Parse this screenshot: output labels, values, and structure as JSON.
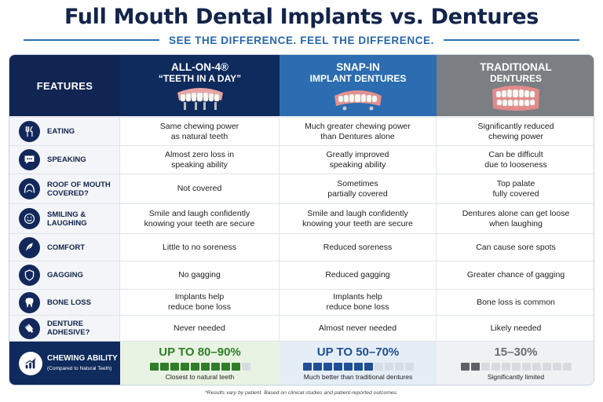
{
  "title": "Full Mouth Dental Implants vs. Dentures",
  "subtitle": "SEE THE DIFFERENCE. FEEL THE DIFFERENCE.",
  "columns": {
    "features": "FEATURES",
    "c1": {
      "line1": "ALL-ON-4®",
      "line2": "“TEETH IN A DAY”"
    },
    "c2": {
      "line1": "SNAP-IN",
      "line2": "IMPLANT DENTURES"
    },
    "c3": {
      "line1": "TRADITIONAL",
      "line2": "DENTURES"
    }
  },
  "rows": [
    {
      "icon": "utensils-icon",
      "feature": "EATING",
      "c1": "Same chewing power\nas natural teeth",
      "c2": "Much greater chewing power\nthan Dentures alone",
      "c3": "Significantly reduced\nchewing power"
    },
    {
      "icon": "speech-bubble-icon",
      "feature": "SPEAKING",
      "c1": "Almost zero loss in\nspeaking ability",
      "c2": "Greatly improved\nspeaking ability",
      "c3": "Can be difficult\ndue to looseness"
    },
    {
      "icon": "palate-icon",
      "feature": "ROOF OF MOUTH\nCOVERED?",
      "c1": "Not covered",
      "c2": "Sometimes\npartially covered",
      "c3": "Top palate\nfully covered"
    },
    {
      "icon": "smile-icon",
      "feature": "SMILING & LAUGHING",
      "c1": "Smile and laugh confidently\nknowing your teeth are secure",
      "c2": "Smile and laugh confidently\nknowing your teeth are secure",
      "c3": "Dentures alone can get loose\nwhen laughing"
    },
    {
      "icon": "feather-icon",
      "feature": "COMFORT",
      "c1": "Little to no soreness",
      "c2": "Reduced soreness",
      "c3": "Can cause sore spots"
    },
    {
      "icon": "shield-icon",
      "feature": "GAGGING",
      "c1": "No gagging",
      "c2": "Reduced gagging",
      "c3": "Greater chance of gagging"
    },
    {
      "icon": "tooth-icon",
      "feature": "BONE LOSS",
      "c1": "Implants help\nreduce bone loss",
      "c2": "Implants help\nreduce bone loss",
      "c3": "Bone loss is common"
    },
    {
      "icon": "adhesive-tube-icon",
      "feature": "DENTURE ADHESIVE?",
      "c1": "Never needed",
      "c2": "Almost never needed",
      "c3": "Likely needed"
    }
  ],
  "chewing": {
    "icon": "bar-chart-icon",
    "label": "CHEWING ABILITY",
    "sublabel": "(Compared to Natural Teeth)",
    "c1": {
      "range": "UP TO 80–90%",
      "filled": 9,
      "total": 10,
      "note": "Closest to natural teeth",
      "color": "#2f7d28"
    },
    "c2": {
      "range": "UP TO 50–70%",
      "filled": 7,
      "total": 11,
      "note": "Much better than traditional dentures",
      "color": "#1f4f95"
    },
    "c3": {
      "range": "15–30%",
      "filled": 2,
      "total": 11,
      "note": "Significantly limited",
      "color": "#5e6166"
    }
  },
  "footnote": "*Results vary by patient. Based on clinical studies and patient-reported outcomes."
}
